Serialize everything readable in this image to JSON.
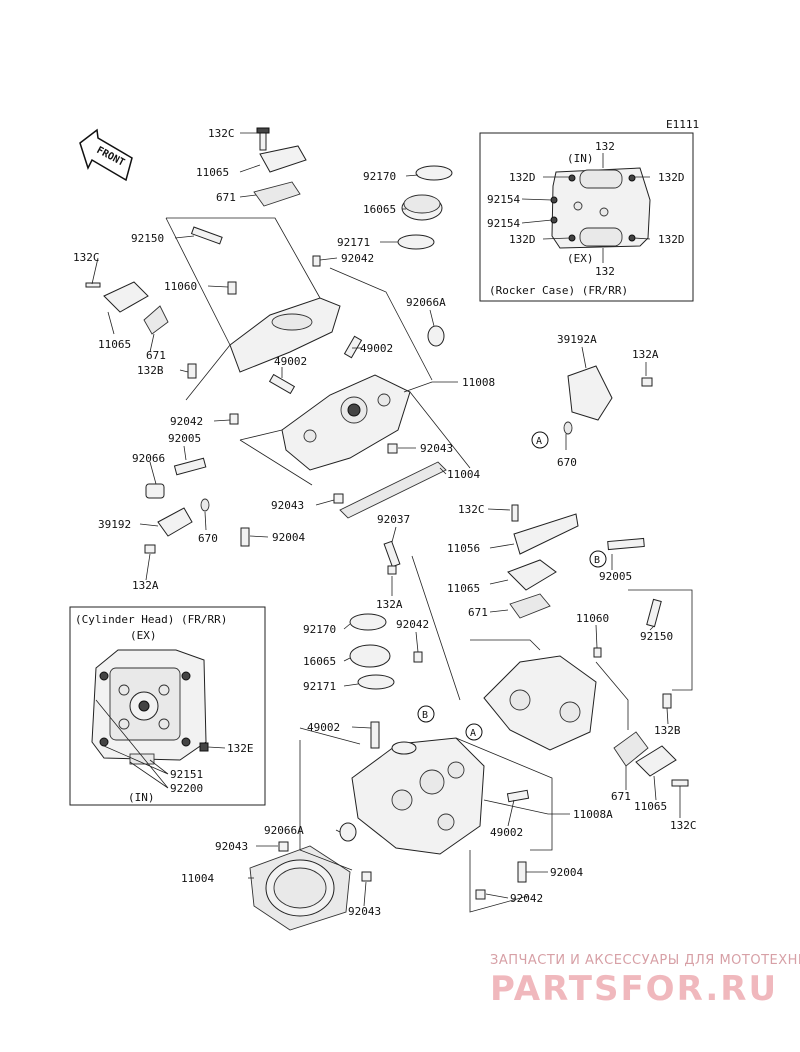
{
  "diagram_code": "E1111",
  "front_arrow_label": "FRONT",
  "rocker_inset": {
    "title": "(Rocker Case) (FR/RR)",
    "in_label": "(IN)",
    "ex_label": "(EX)",
    "labels": [
      "132",
      "132D",
      "132D",
      "92154",
      "92154",
      "132D",
      "132D",
      "132"
    ]
  },
  "cylinder_inset": {
    "title": "(Cylinder Head) (FR/RR)",
    "ex_label": "(EX)",
    "in_label": "(IN)",
    "labels": [
      "132E",
      "92151",
      "92200"
    ]
  },
  "callouts": {
    "A": "A",
    "B": "B"
  },
  "part_labels": {
    "p132c_top": "132C",
    "p11065_top": "11065",
    "p671_top": "671",
    "p92170_top": "92170",
    "p16065_top": "16065",
    "p92150_left": "92150",
    "p92171_top": "92171",
    "p92042_top": "92042",
    "p132c_left": "132C",
    "p11060_left": "11060",
    "p92066a_top": "92066A",
    "p11065_left": "11065",
    "p671_left": "671",
    "p49002_a": "49002",
    "p49002_b": "49002",
    "p132b_left": "132B",
    "p11008": "11008",
    "p39192a": "39192A",
    "p132a_right": "132A",
    "p92042_mid": "92042",
    "p92005_left": "92005",
    "p92043_a": "92043",
    "p92066_left": "92066",
    "p11004_top": "11004",
    "p670_right": "670",
    "p92043_b": "92043",
    "p39192": "39192",
    "p670_left": "670",
    "p92004_top": "92004",
    "p92037": "92037",
    "p132c_mid": "132C",
    "p132a_left": "132A",
    "p11056": "11056",
    "p92005_right": "92005",
    "p132a_mid": "132A",
    "p11065_mid": "11065",
    "p671_mid": "671",
    "p11060_right": "11060",
    "p92150_right": "92150",
    "p92170_low": "92170",
    "p92042_low": "92042",
    "p16065_low": "16065",
    "p92171_low": "92171",
    "p49002_low": "49002",
    "p132b_right": "132B",
    "p671_right": "671",
    "p11065_right": "11065",
    "p132c_right": "132C",
    "p92066a_low": "92066A",
    "p49002_low2": "49002",
    "p11008a": "11008A",
    "p92043_low": "92043",
    "p11004_low": "11004",
    "p92004_low": "92004",
    "p92043_low2": "92043",
    "p92042_bottom": "92042"
  },
  "watermark": {
    "line1": "ЗАПЧАСТИ И АКСЕССУАРЫ ДЛЯ МОТОТЕХНИКИ",
    "line2": "PARTSFOR.RU"
  }
}
